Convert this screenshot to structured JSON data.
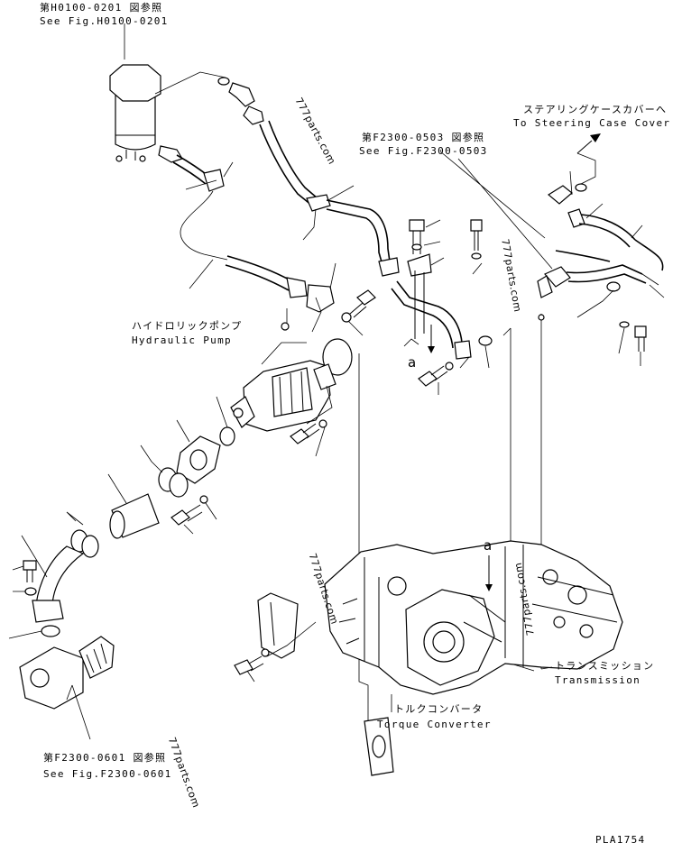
{
  "references": {
    "top_jp": "第H0100-0201 図参照",
    "top_en": "See Fig.H0100-0201",
    "mid_jp": "第F2300-0503 図参照",
    "mid_en": "See Fig.F2300-0503",
    "bottom_jp": "第F2300-0601 図参照",
    "bottom_en": "See Fig.F2300-0601"
  },
  "components": {
    "steering_jp": "ステアリングケースカバーへ",
    "steering_en": "To Steering Case Cover",
    "pump_jp": "ハイドロリックポンプ",
    "pump_en": "Hydraulic Pump",
    "transmission_jp": "トランスミッション",
    "transmission_en": "Transmission",
    "torque_jp": "トルクコンバータ",
    "torque_en": "Torque Converter"
  },
  "markers": {
    "a1": "a",
    "a2": "a"
  },
  "watermarks": [
    "777parts.com",
    "777parts.com",
    "777parts.com",
    "777parts.com",
    "777parts.com"
  ],
  "drawing_code": "PLA1754"
}
